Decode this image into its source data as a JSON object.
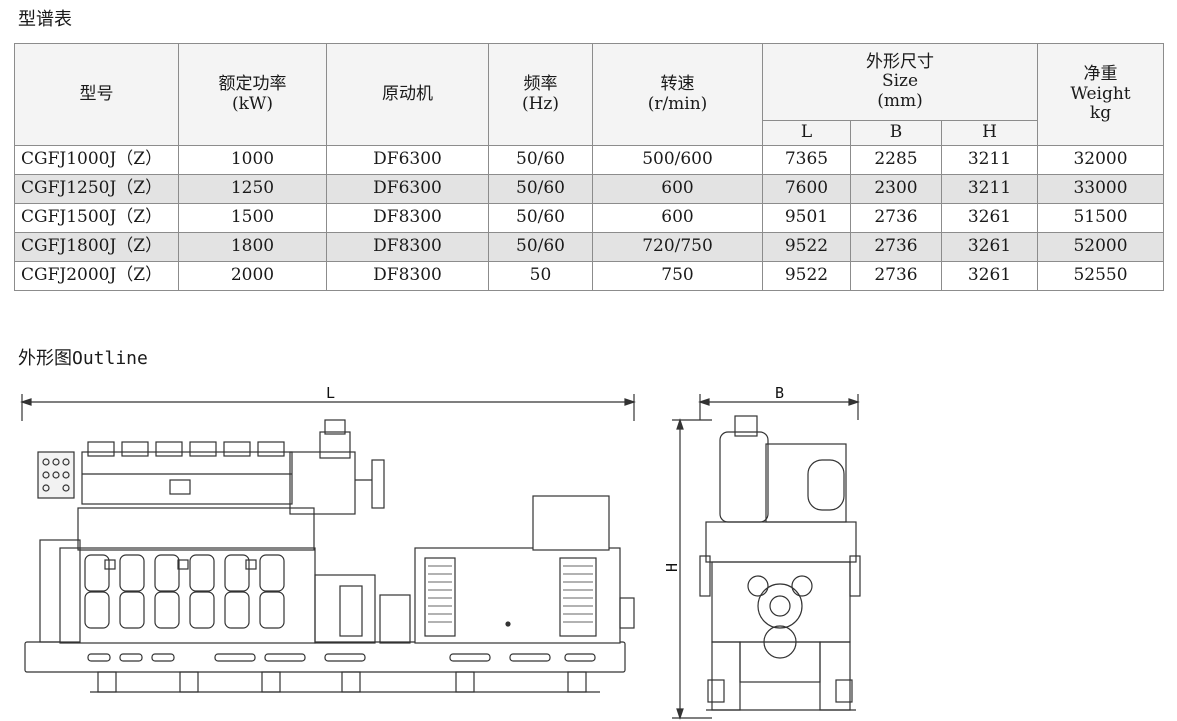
{
  "titles": {
    "spec": "型谱表",
    "outline": "外形图Outline"
  },
  "table": {
    "headers": {
      "model": "型号",
      "power_cn": "额定功率",
      "power_unit": "(kW)",
      "engine": "原动机",
      "freq_cn": "频率",
      "freq_unit": "(Hz)",
      "speed_cn": "转速",
      "speed_unit": "(r/min)",
      "size_cn": "外形尺寸",
      "size_en": "Size",
      "size_unit": "(mm)",
      "L": "L",
      "B": "B",
      "H": "H",
      "weight_cn": "净重",
      "weight_en": "Weight",
      "weight_unit": "kg"
    },
    "rows": [
      [
        "CGFJ1000J（Z）",
        "1000",
        "DF6300",
        "50/60",
        "500/600",
        "7365",
        "2285",
        "3211",
        "32000"
      ],
      [
        "CGFJ1250J（Z）",
        "1250",
        "DF6300",
        "50/60",
        "600",
        "7600",
        "2300",
        "3211",
        "33000"
      ],
      [
        "CGFJ1500J（Z）",
        "1500",
        "DF8300",
        "50/60",
        "600",
        "9501",
        "2736",
        "3261",
        "51500"
      ],
      [
        "CGFJ1800J（Z）",
        "1800",
        "DF8300",
        "50/60",
        "720/750",
        "9522",
        "2736",
        "3261",
        "52000"
      ],
      [
        "CGFJ2000J（Z）",
        "2000",
        "DF8300",
        "50",
        "750",
        "9522",
        "2736",
        "3261",
        "52550"
      ]
    ]
  },
  "drawing": {
    "label_L": "L",
    "label_B": "B",
    "label_H": "H"
  }
}
